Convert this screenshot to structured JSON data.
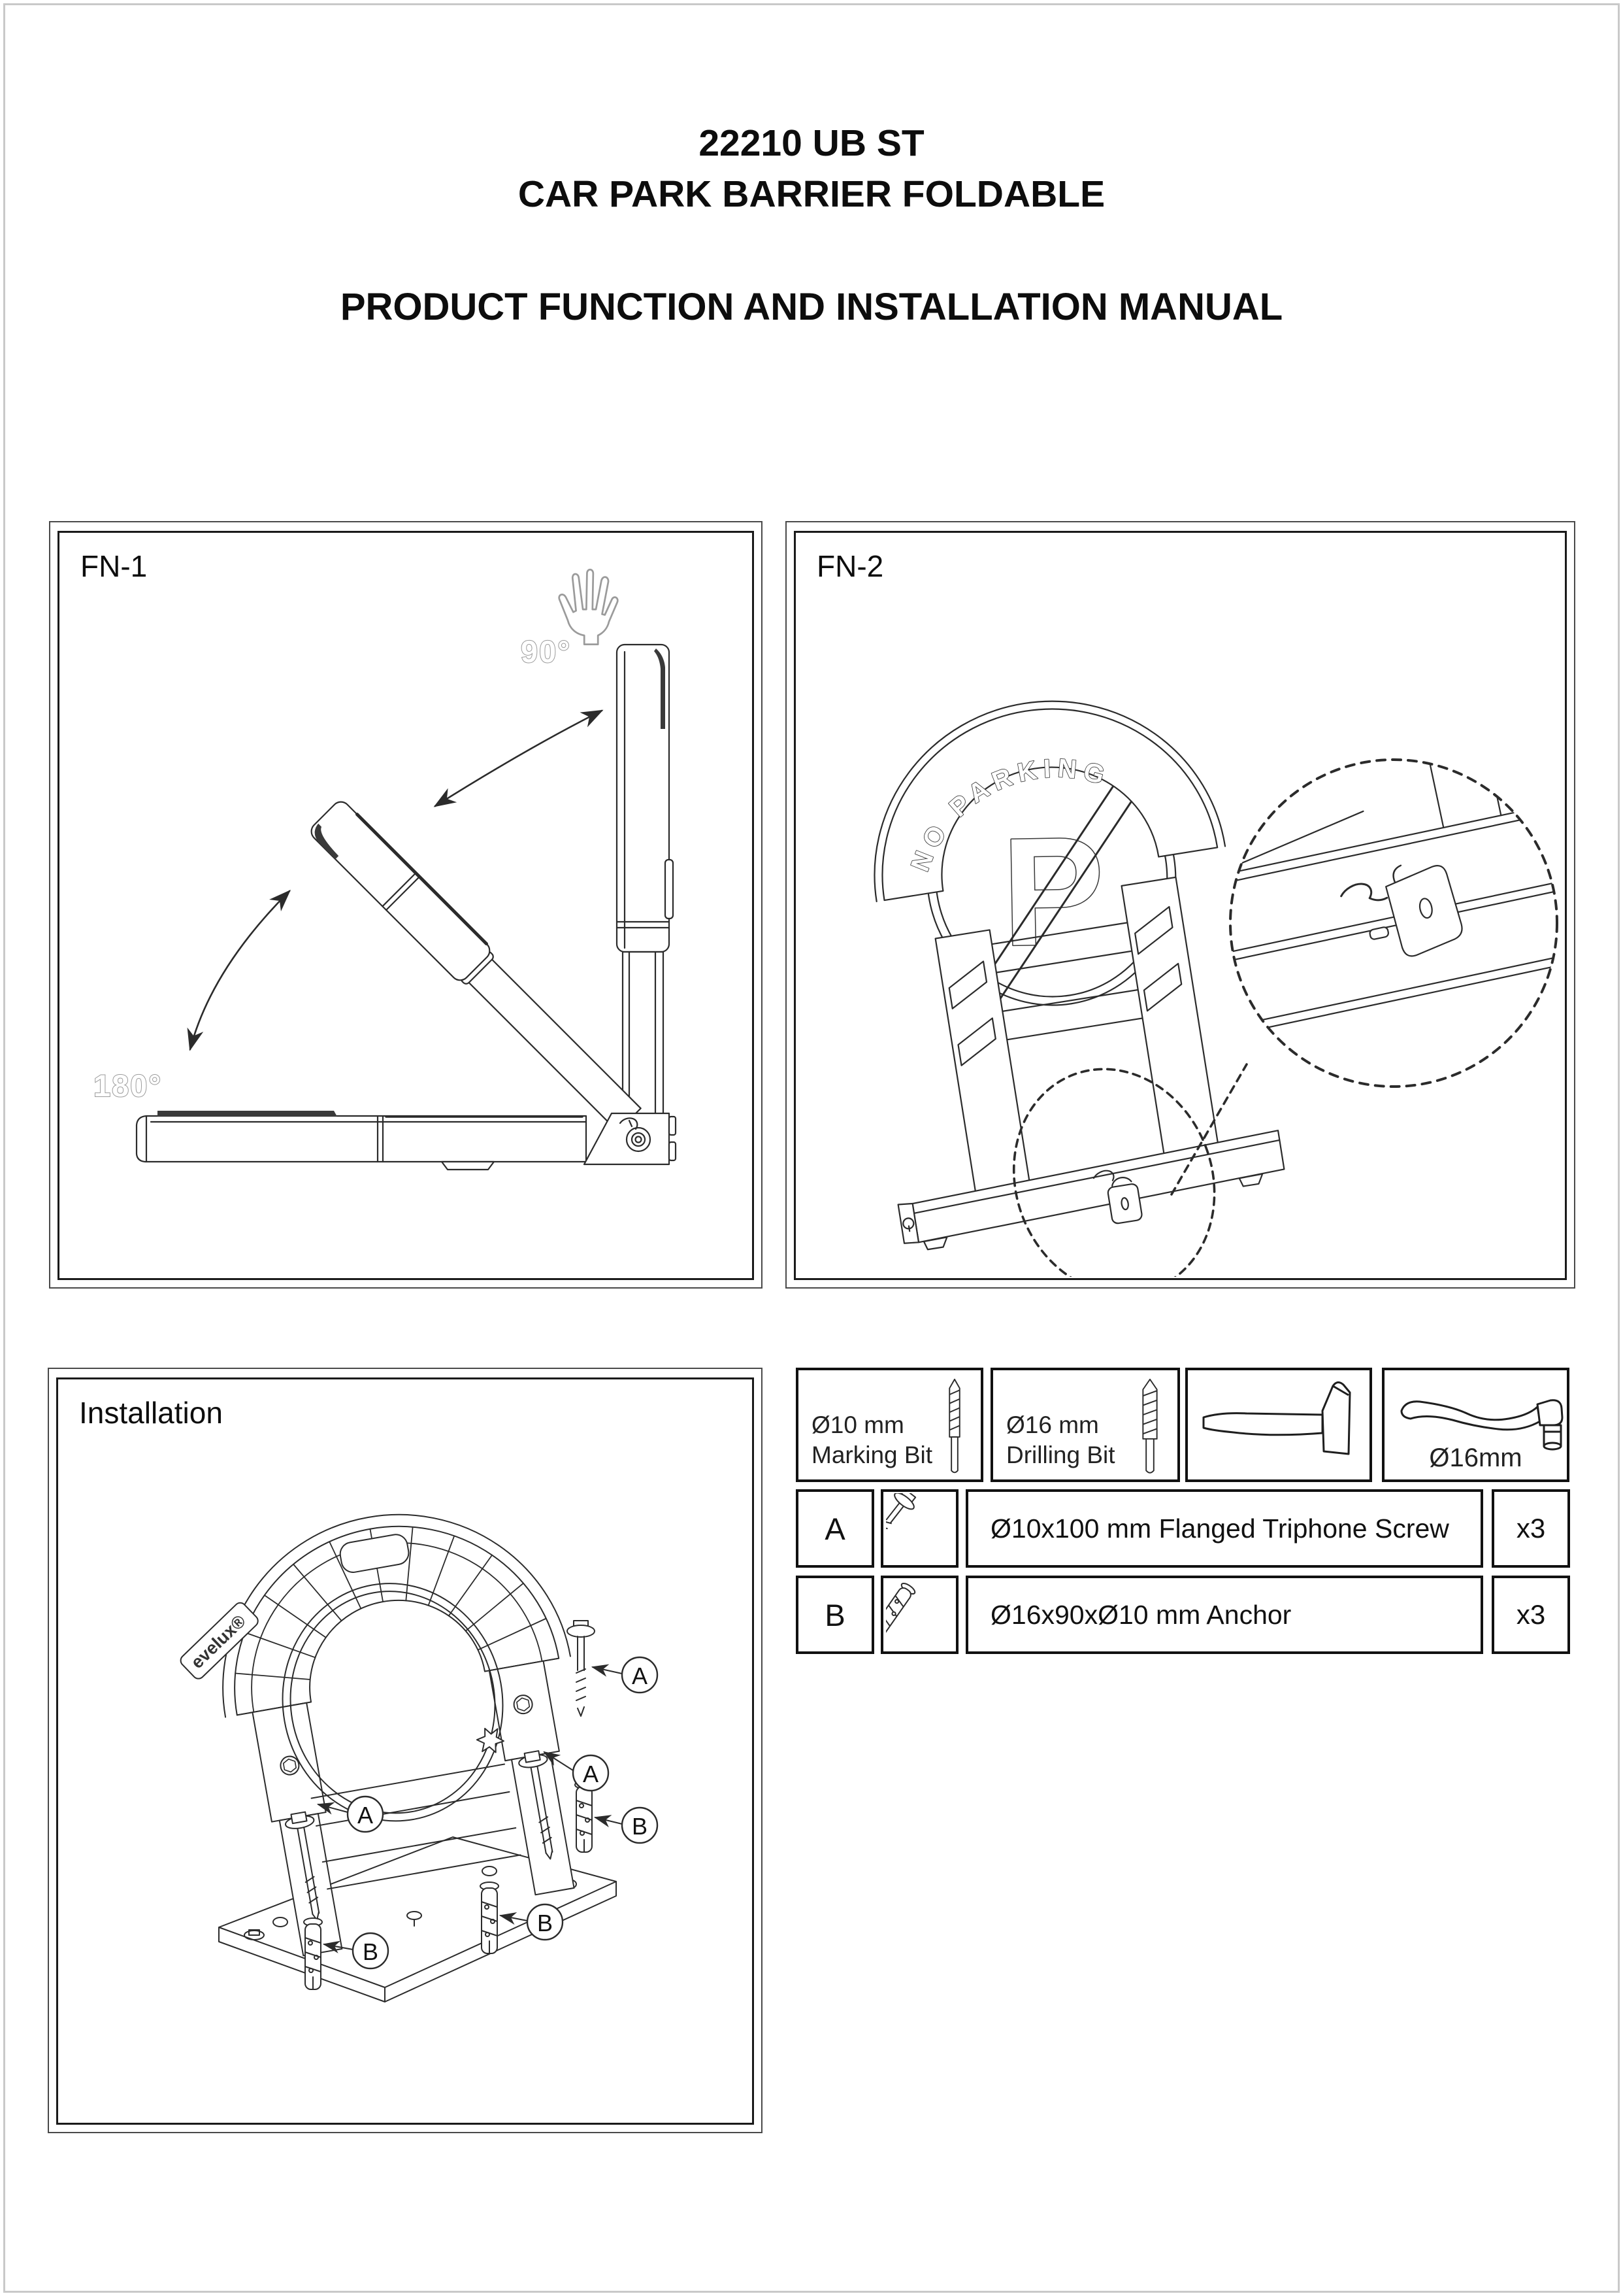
{
  "header": {
    "product_code": "22210 UB ST",
    "product_name": "CAR PARK BARRIER FOLDABLE",
    "manual_title": "PRODUCT FUNCTION AND INSTALLATION MANUAL"
  },
  "figures": {
    "fn1": {
      "label": "FN-1",
      "angle_upper": "90°",
      "angle_lower": "180°"
    },
    "fn2": {
      "label": "FN-2",
      "arch_text": "NO PARKING",
      "sign_letter": "P"
    },
    "installation": {
      "label": "Installation",
      "brand": "evelux®"
    }
  },
  "callouts": {
    "screw": "A",
    "anchor": "B"
  },
  "parts_table": {
    "tools": [
      {
        "name": "marking-bit",
        "line1": "Ø10 mm",
        "line2": "Marking Bit"
      },
      {
        "name": "drilling-bit",
        "line1": "Ø16 mm",
        "line2": "Drilling Bit"
      },
      {
        "name": "hammer"
      },
      {
        "name": "socket-wrench",
        "size_label": "Ø16mm"
      }
    ],
    "items": [
      {
        "id": "A",
        "description": "Ø10x100 mm Flanged Triphone Screw",
        "qty": "x3"
      },
      {
        "id": "B",
        "description": "Ø16x90xØ10 mm Anchor",
        "qty": "x3"
      }
    ]
  },
  "colors": {
    "line": "#2b2b2b",
    "muted_outline": "#9b9b9b",
    "box_border": "#111111",
    "panel_border": "#1a1a1a",
    "page_border": "#c9c9c9"
  }
}
